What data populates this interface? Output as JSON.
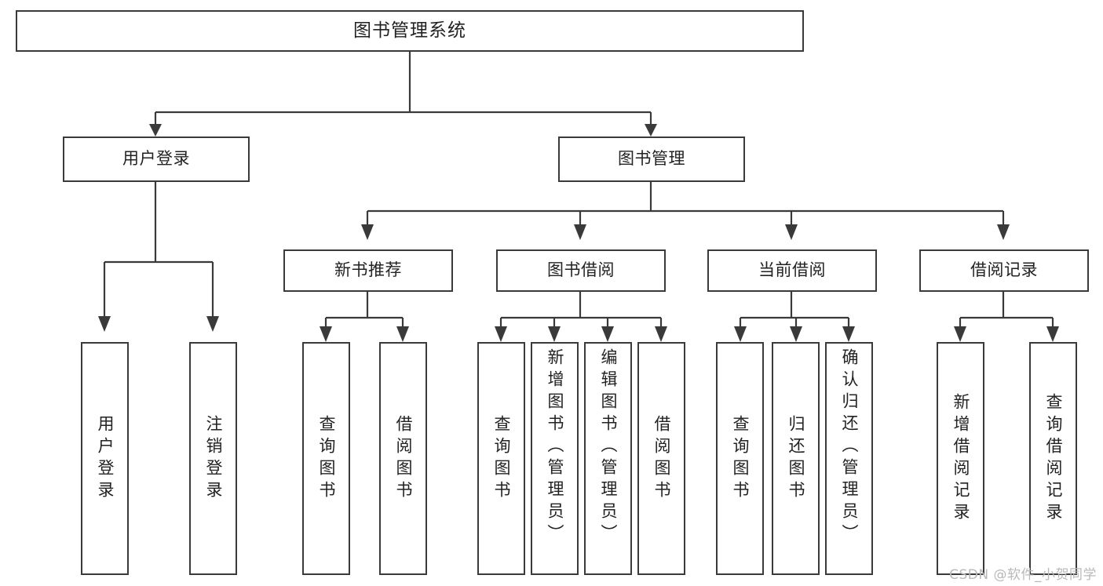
{
  "diagram": {
    "type": "tree",
    "title": "图书管理系统",
    "root": {
      "id": "root",
      "label": "图书管理系统"
    },
    "level2": [
      {
        "id": "user-login",
        "label": "用户登录"
      },
      {
        "id": "book-manage",
        "label": "图书管理"
      }
    ],
    "level3": [
      {
        "id": "new-book-recommend",
        "label": "新书推荐",
        "parent": "book-manage"
      },
      {
        "id": "book-borrow",
        "label": "图书借阅",
        "parent": "book-manage"
      },
      {
        "id": "current-borrow",
        "label": "当前借阅",
        "parent": "book-manage"
      },
      {
        "id": "borrow-record",
        "label": "借阅记录",
        "parent": "book-manage"
      }
    ],
    "leaves": {
      "user_login": [
        {
          "id": "leaf-user-login",
          "label": "用户登录"
        },
        {
          "id": "leaf-user-logout",
          "label": "注销登录"
        }
      ],
      "new_book_recommend": [
        {
          "id": "leaf-query-book-1",
          "label": "查询图书"
        },
        {
          "id": "leaf-borrow-book-1",
          "label": "借阅图书"
        }
      ],
      "book_borrow": [
        {
          "id": "leaf-query-book-2",
          "label": "查询图书"
        },
        {
          "id": "leaf-add-book",
          "label": "新增图书（管理员）"
        },
        {
          "id": "leaf-edit-book",
          "label": "编辑图书（管理员）"
        },
        {
          "id": "leaf-borrow-book-2",
          "label": "借阅图书"
        }
      ],
      "current_borrow": [
        {
          "id": "leaf-query-book-3",
          "label": "查询图书"
        },
        {
          "id": "leaf-return-book",
          "label": "归还图书"
        },
        {
          "id": "leaf-confirm-return",
          "label": "确认归还（管理员）"
        }
      ],
      "borrow_record": [
        {
          "id": "leaf-add-record",
          "label": "新增借阅记录"
        },
        {
          "id": "leaf-query-record",
          "label": "查询借阅记录"
        }
      ]
    }
  },
  "watermark": {
    "text": "CSDN @软件_小贺同学"
  },
  "colors": {
    "stroke": "#3a3a3a",
    "text": "#222222",
    "background": "#ffffff",
    "watermark": "#b9b9b9"
  }
}
